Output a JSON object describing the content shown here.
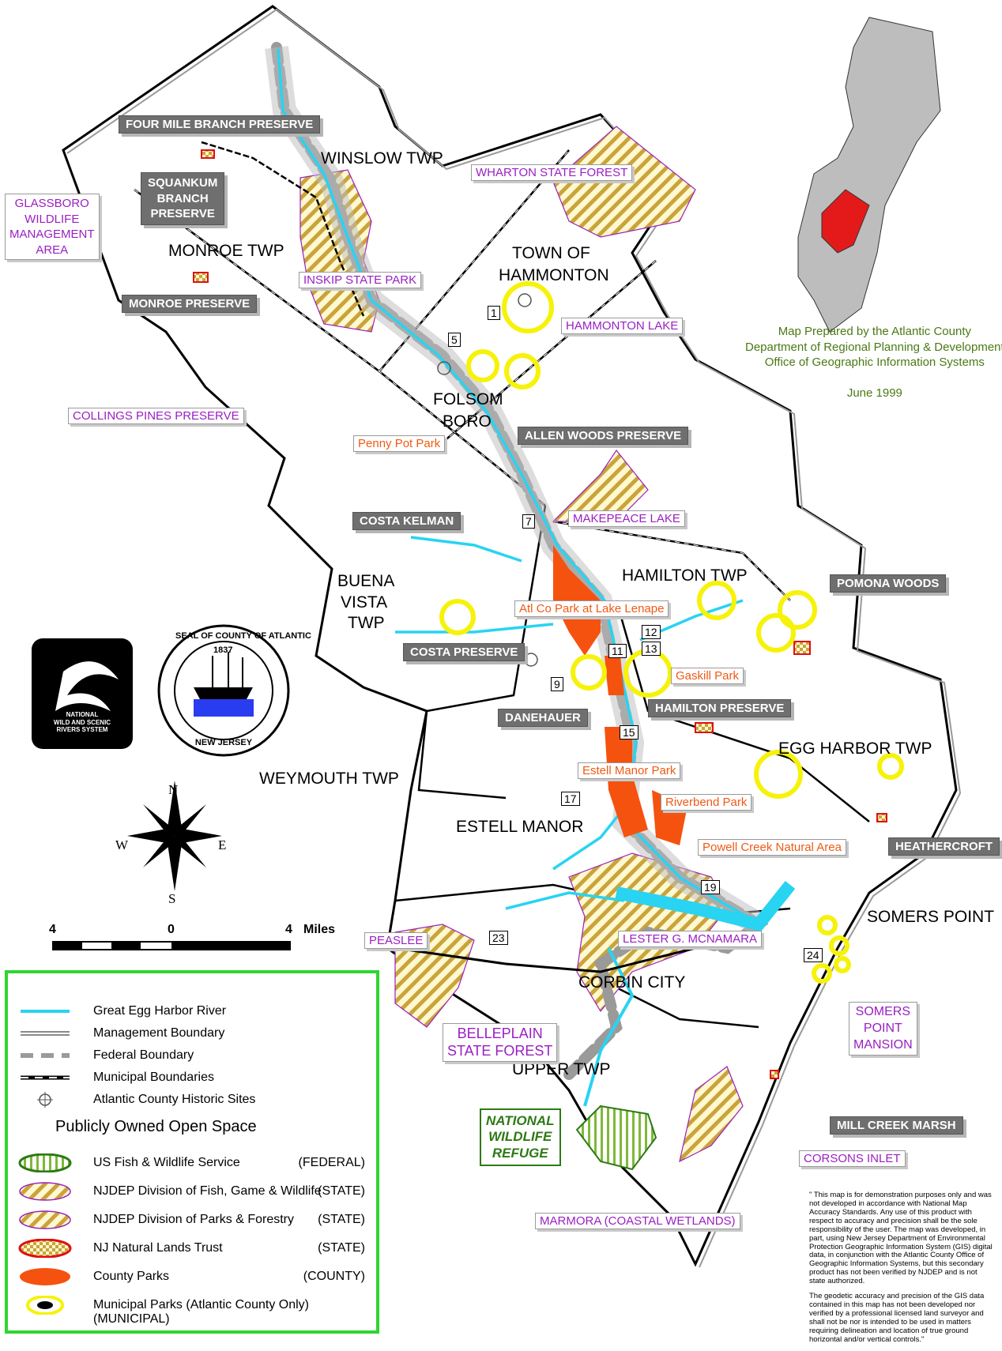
{
  "townships": {
    "winslow": "WINSLOW TWP",
    "monroe": "MONROE TWP",
    "hammonton_1": "TOWN OF",
    "hammonton_2": "HAMMONTON",
    "folsom_1": "FOLSOM",
    "folsom_2": "BORO",
    "buena_1": "BUENA",
    "buena_2": "VISTA",
    "buena_3": "TWP",
    "hamilton": "HAMILTON TWP",
    "egg_harbor": "EGG HARBOR TWP",
    "weymouth": "WEYMOUTH TWP",
    "estell": "ESTELL MANOR",
    "corbin": "CORBIN CITY",
    "upper": "UPPER TWP",
    "somers": "SOMERS POINT"
  },
  "preserves": {
    "four_mile": "FOUR MILE BRANCH PRESERVE",
    "squankum_1": "SQUANKUM",
    "squankum_2": "BRANCH",
    "squankum_3": "PRESERVE",
    "monroe": "MONROE PRESERVE",
    "allen": "ALLEN WOODS PRESERVE",
    "costa_kelman": "COSTA KELMAN",
    "costa": "COSTA PRESERVE",
    "danehauer": "DANEHAUER",
    "hamilton": "HAMILTON PRESERVE",
    "pomona": "POMONA WOODS",
    "heathercroft": "HEATHERCROFT",
    "mill_creek": "MILL CREEK MARSH"
  },
  "state_lands": {
    "glassboro_1": "GLASSBORO",
    "glassboro_2": "WILDLIFE",
    "glassboro_3": "MANAGEMENT",
    "glassboro_4": "AREA",
    "wharton": "WHARTON STATE FOREST",
    "inskip": "INSKIP STATE PARK",
    "hammonton_lake": "HAMMONTON LAKE",
    "collings": "COLLINGS PINES PRESERVE",
    "makepeace": "MAKEPEACE LAKE",
    "peaslee": "PEASLEE",
    "mcnamara": "LESTER G. MCNAMARA",
    "belleplain_1": "BELLEPLAIN",
    "belleplain_2": "STATE FOREST",
    "somers_mansion_1": "SOMERS",
    "somers_mansion_2": "POINT",
    "somers_mansion_3": "MANSION",
    "corsons": "CORSONS INLET",
    "marmora": "MARMORA (COASTAL WETLANDS)"
  },
  "refuge": {
    "l1": "NATIONAL",
    "l2": "WILDLIFE",
    "l3": "REFUGE"
  },
  "county_parks": {
    "penny_pot": "Penny Pot Park",
    "lenape": "Atl Co Park at Lake Lenape",
    "gaskill": "Gaskill Park",
    "estell": "Estell Manor Park",
    "riverbend": "Riverbend Park",
    "powell": "Powell Creek Natural Area"
  },
  "site_numbers": [
    "1",
    "5",
    "7",
    "9",
    "11",
    "12",
    "13",
    "15",
    "17",
    "19",
    "23",
    "24"
  ],
  "credit": {
    "l1": "Map Prepared by the Atlantic County",
    "l2": "Department of Regional Planning & Development",
    "l3": "Office of Geographic Information Systems",
    "date": "June 1999"
  },
  "logos": {
    "wsr_1": "NATIONAL",
    "wsr_2": "WILD AND SCENIC",
    "wsr_3": "RIVERS SYSTEM",
    "seal_top": "SEAL OF COUNTY OF ATLANTIC",
    "seal_year": "1837",
    "seal_bottom": "NEW JERSEY"
  },
  "compass": {
    "n": "N",
    "s": "S",
    "e": "E",
    "w": "W"
  },
  "scale": {
    "left": "4",
    "mid": "0",
    "right": "4",
    "unit": "Miles"
  },
  "legend": {
    "lines": [
      {
        "label": "Great Egg Harbor River"
      },
      {
        "label": "Management Boundary"
      },
      {
        "label": "Federal Boundary"
      },
      {
        "label": "Municipal Boundaries"
      },
      {
        "label": "Atlantic County Historic Sites"
      }
    ],
    "heading": "Publicly Owned Open Space",
    "areas": [
      {
        "label": "US Fish & Wildlife Service",
        "level": "(FEDERAL)"
      },
      {
        "label": "NJDEP Division of Fish, Game & Wildlife",
        "level": "(STATE)"
      },
      {
        "label": "NJDEP Division of Parks & Forestry",
        "level": "(STATE)"
      },
      {
        "label": "NJ Natural Lands Trust",
        "level": "(STATE)"
      },
      {
        "label": "County Parks",
        "level": "(COUNTY)"
      },
      {
        "label": "Municipal Parks (Atlantic County Only)(MUNICIPAL)",
        "level": ""
      }
    ]
  },
  "colors": {
    "river": "#29d3f2",
    "county_park": "#f5520f",
    "municipal_ring": "#f6f20a",
    "natural_lands": "#e01010",
    "federal": "#2d7a14",
    "state_hatch": "#c9a43a",
    "legend_border": "#2fd52f",
    "nj_county_gray": "#bdbdbd",
    "nj_highlight": "#e41a1a"
  },
  "disclaimer": {
    "p1": "\" This map is for demonstration purposes only and was not developed in accordance with National Map Accuracy Standards. Any use of this product with respect to accuracy and precision shall be the sole responsibility of the user. The map was developed, in part, using New Jersey Department of Environmental Protection Geographic Information System (GIS) digital data, in conjunction with the Atlantic County Office of Geographic Information Systems, but this secondary product has not been verified by NJDEP and is not state authorized.",
    "p2": "The geodetic accuracy and precision of the GIS data contained in this map has not been developed nor verified by a professional licensed land surveyor and shall not be nor is intended to be used in matters requiring delineation and location of true ground horizontal and/or vertical controls.\""
  }
}
